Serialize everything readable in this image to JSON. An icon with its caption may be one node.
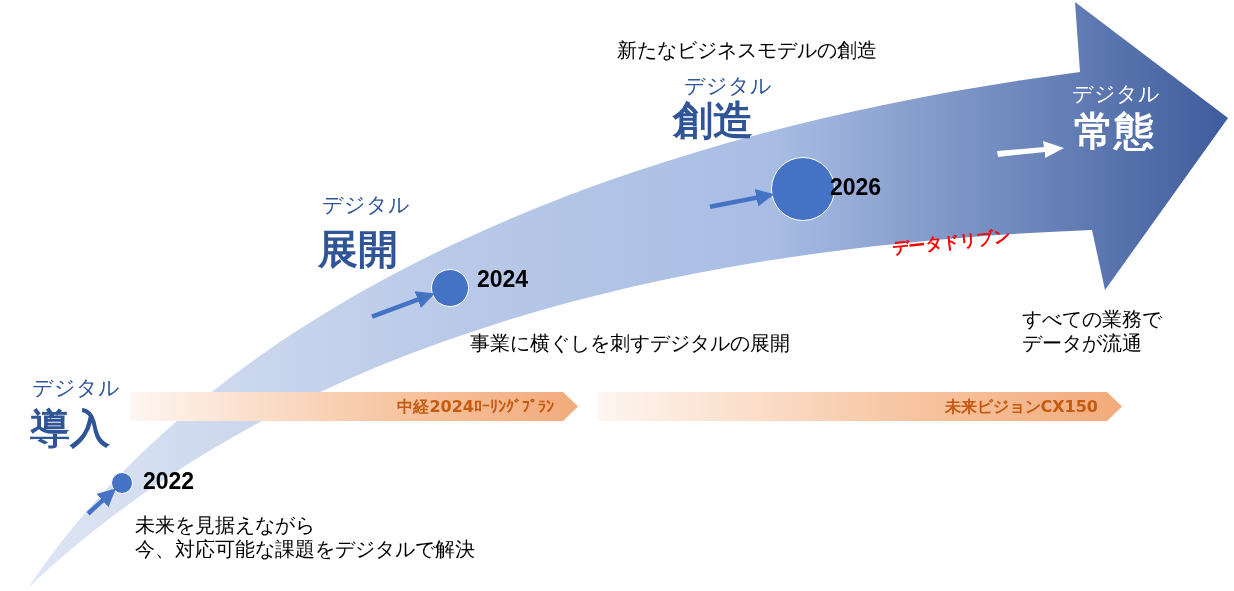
{
  "diagram": {
    "nodes": [
      {
        "text": [
          "デジタル",
          "常態"
        ]
      },
      {
        "text": [],
        "shape": "circle",
        "in": 0,
        "beside": [
          "2022"
        ]
      },
      {
        "text": [],
        "shape": "circle",
        "in": 0,
        "beside": [
          "2024"
        ]
      },
      {
        "text": [],
        "shape": "circle",
        "in": 0,
        "beside": [
          "2026"
        ]
      },
      {
        "text": [
          "中経2024ﾛｰﾘﾝｸﾞﾌﾟﾗﾝ"
        ]
      },
      {
        "text": [
          "未来ビジョンCX150"
        ]
      }
    ],
    "edges": [
      {
        "from": null,
        "to": 1,
        "arrow": "to"
      },
      {
        "from": null,
        "to": 2,
        "arrow": "to"
      },
      {
        "from": null,
        "to": 3,
        "arrow": "to"
      }
    ],
    "labels": [
      "新たなビジネスモデルの創造",
      "デジタル",
      "創造",
      "デジタル",
      "展開",
      "データドリブン",
      "事業に横ぐしを刺すデジタルの展開",
      "すべての業務でデータが流通",
      "デジタル",
      "導入",
      "未来を見据えながら今、対応可能な課題をデジタルで解決"
    ]
  }
}
